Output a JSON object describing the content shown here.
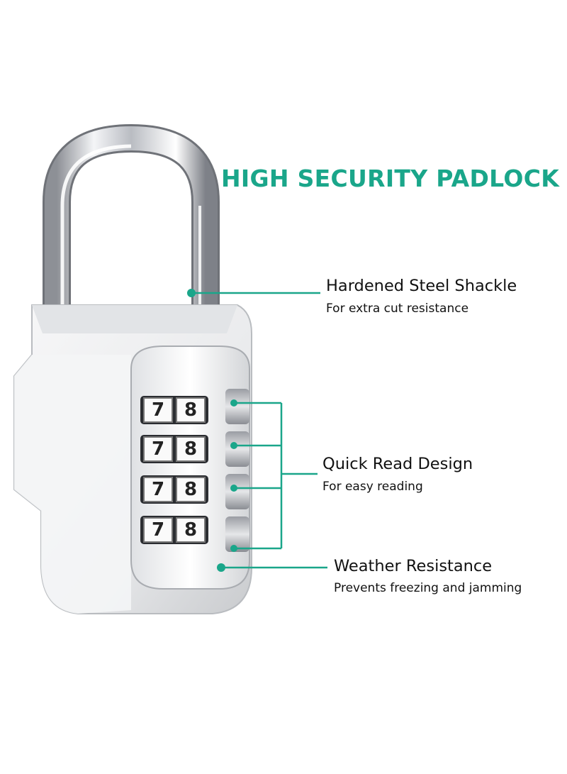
{
  "title": "HIGH SECURITY PADLOCK",
  "accent_color": "#1aa68a",
  "features": [
    {
      "title": "Hardened Steel Shackle",
      "subtitle": "For extra cut resistance"
    },
    {
      "title": "Quick Read Design",
      "subtitle": "For easy reading"
    },
    {
      "title": "Weather Resistance",
      "subtitle": "Prevents freezing and jamming"
    }
  ],
  "dials": [
    {
      "digits": [
        "7",
        "8"
      ]
    },
    {
      "digits": [
        "7",
        "8"
      ]
    },
    {
      "digits": [
        "7",
        "8"
      ]
    },
    {
      "digits": [
        "7",
        "8"
      ]
    }
  ]
}
